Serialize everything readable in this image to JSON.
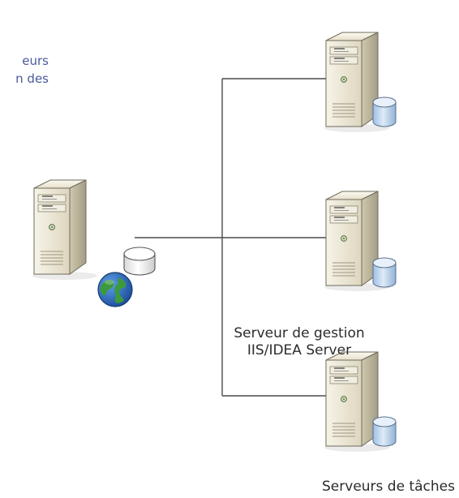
{
  "blue_note": {
    "line1": "eurs",
    "line2": "n des"
  },
  "management_server": {
    "caption_line1": "Serveur de gestion",
    "caption_line2": "IIS/IDEA Server"
  },
  "task_servers": {
    "caption": "Serveurs de tâches",
    "count": 3
  },
  "colors": {
    "connector": "#4a4a4a",
    "note_text": "#4a5a9c",
    "caption_text": "#2b2b2b",
    "server_light": "#f2eedf",
    "server_mid": "#d9d3bd",
    "server_dark": "#8e8a77",
    "database_blue": "#c9def2",
    "database_white": "#f4f4f4",
    "globe_blue": "#2a63b8",
    "globe_green": "#3c9a3c"
  },
  "icons": {
    "management_server": "server-tower-icon",
    "management_db": "database-icon",
    "management_globe": "globe-icon",
    "task_server": "server-tower-icon",
    "task_db": "database-icon"
  }
}
